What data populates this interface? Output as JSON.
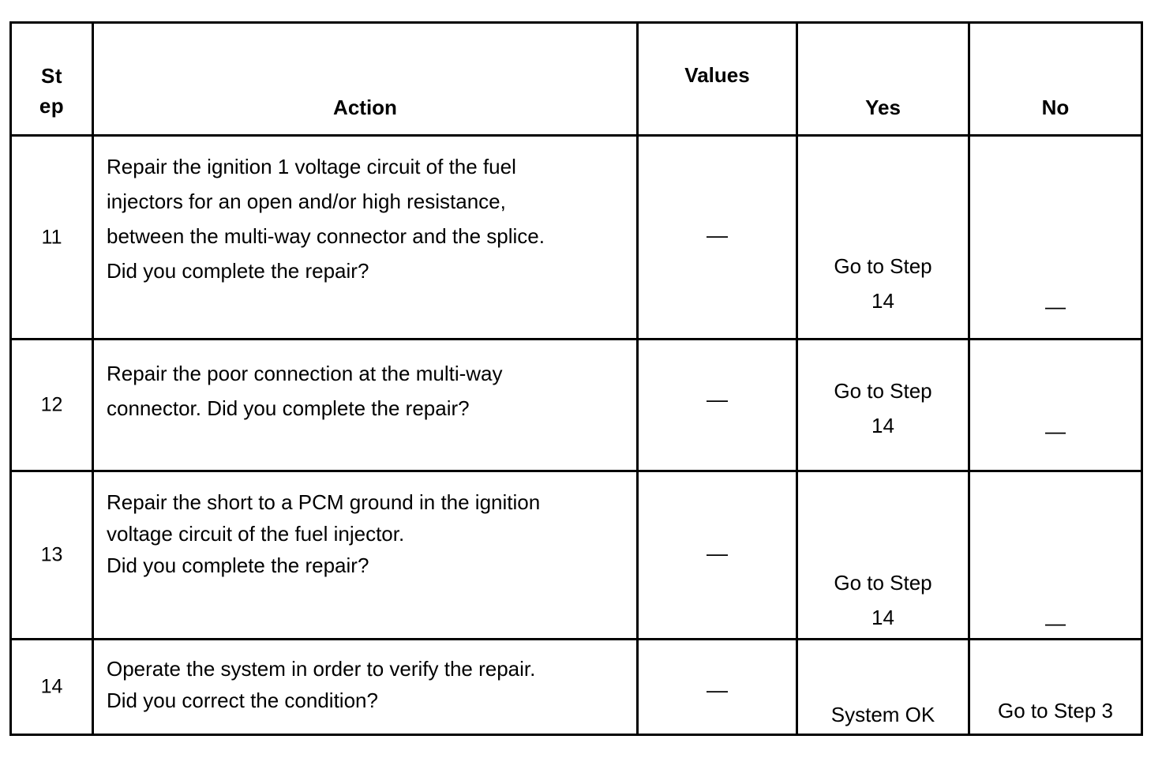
{
  "document": {
    "type": "diagnostic-procedure-table",
    "background_color": "#ffffff",
    "text_color": "#000000",
    "border_color": "#000000"
  },
  "table": {
    "headers": {
      "step_line1": "St",
      "step_line2": "ep",
      "action": "Action",
      "values": "Values",
      "yes": "Yes",
      "no": "No"
    },
    "rows": [
      {
        "step": "11",
        "action": "Repair the ignition 1 voltage circuit of the fuel\ninjectors for an open and/or high resistance,\nbetween the multi-way connector and the splice.\nDid you complete the repair?",
        "values": "—",
        "yes": "Go to Step\n14",
        "no": "—"
      },
      {
        "step": "12",
        "action": "Repair the poor connection at the multi-way\nconnector. Did you complete the repair?",
        "values": "—",
        "yes": "Go to Step\n14",
        "no": "—"
      },
      {
        "step": "13",
        "action": "Repair the short to a PCM ground in the ignition\nvoltage circuit of the fuel injector.\nDid you complete the repair?",
        "values": "—",
        "yes": "Go to Step\n14",
        "no": "—"
      },
      {
        "step": "14",
        "action": "Operate the system in order to verify the repair.\nDid you correct the condition?",
        "values": "—",
        "yes": "System OK",
        "no": "Go to Step 3"
      }
    ]
  }
}
